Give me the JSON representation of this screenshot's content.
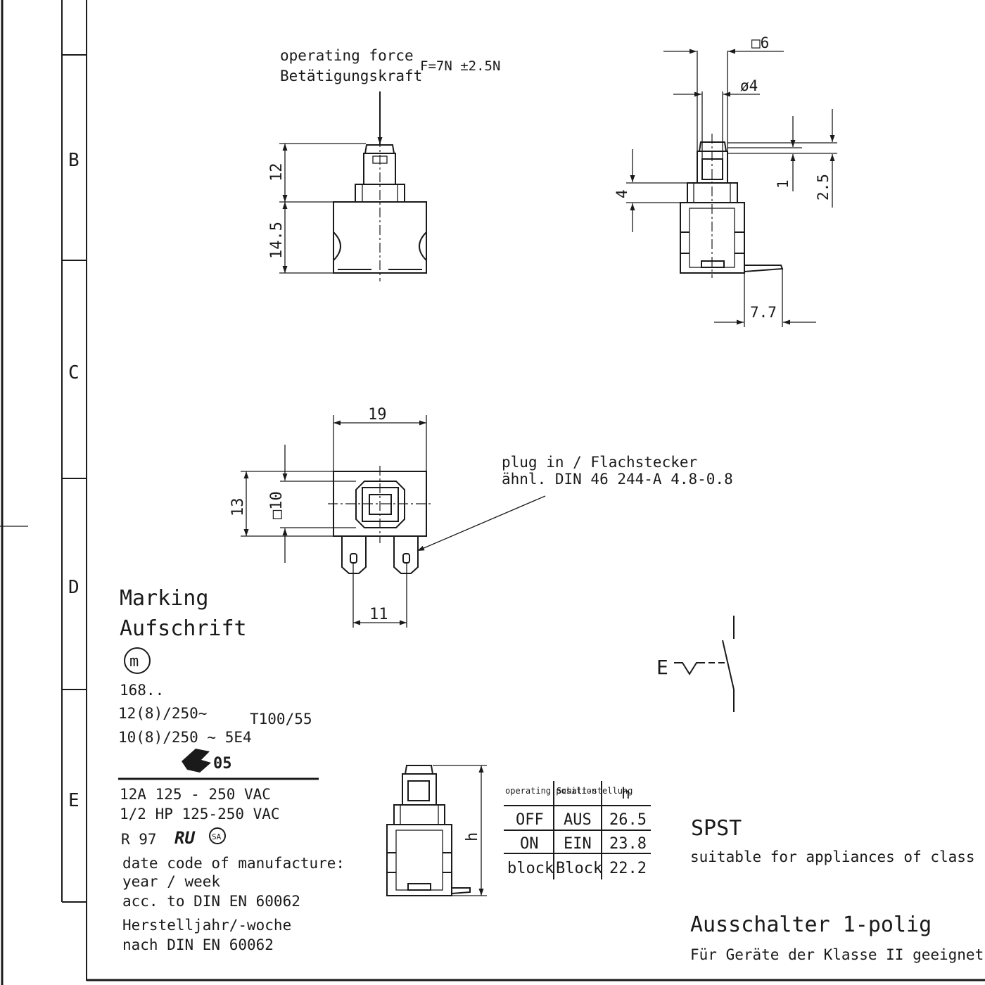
{
  "zones": {
    "b": "B",
    "c": "C",
    "d": "D",
    "e": "E"
  },
  "front_view": {
    "force_label_en": "operating force",
    "force_label_de": "Betätigungskraft",
    "force_value": "F=7N ±2.5N",
    "dim_top": "12",
    "dim_body": "14.5"
  },
  "side_view": {
    "dim_square": "□6",
    "dim_diameter": "ø4",
    "dim_4": "4",
    "dim_1": "1",
    "dim_2_5": "2.5",
    "dim_7_7": "7.7"
  },
  "top_view": {
    "dim_width": "19",
    "dim_height": "13",
    "dim_square": "□10",
    "dim_pitch": "11",
    "plug_label_en": "plug in / Flachstecker",
    "plug_label_de": "ähnl. DIN 46 244-A 4.8-0.8"
  },
  "marking": {
    "title_en": "Marking",
    "title_de": "Aufschrift",
    "logo_letter": "m",
    "series": "168..",
    "rating_1": "12(8)/250~",
    "rating_temp": "T100/55",
    "rating_2": "10(8)/250 ~ 5E4",
    "approval_mark": "05",
    "ul_rating_1": "12A 125 - 250 VAC",
    "ul_rating_2": "1/2 HP 125-250 VAC",
    "r_code": "R 97",
    "ul_logo": "RU",
    "csa_logo": "SA",
    "date_note": [
      "date code of manufacture:",
      "year / week",
      "acc. to DIN EN 60062",
      "Herstelljahr/-woche",
      "nach DIN EN 60062"
    ]
  },
  "position_table": {
    "headers": [
      "operating position",
      "Schalt-stellung",
      "h"
    ],
    "rows": [
      [
        "OFF",
        "AUS",
        "26.5"
      ],
      [
        "ON",
        "EIN",
        "23.8"
      ],
      [
        "block",
        "Block",
        "22.2"
      ]
    ],
    "h_label": "h"
  },
  "symbol_letter": "E",
  "description": {
    "type": "SPST",
    "suitability_en": "suitable for appliances of class II",
    "name_de": "Ausschalter 1-polig",
    "suitability_de": "Für Geräte der Klasse II geeignet"
  }
}
